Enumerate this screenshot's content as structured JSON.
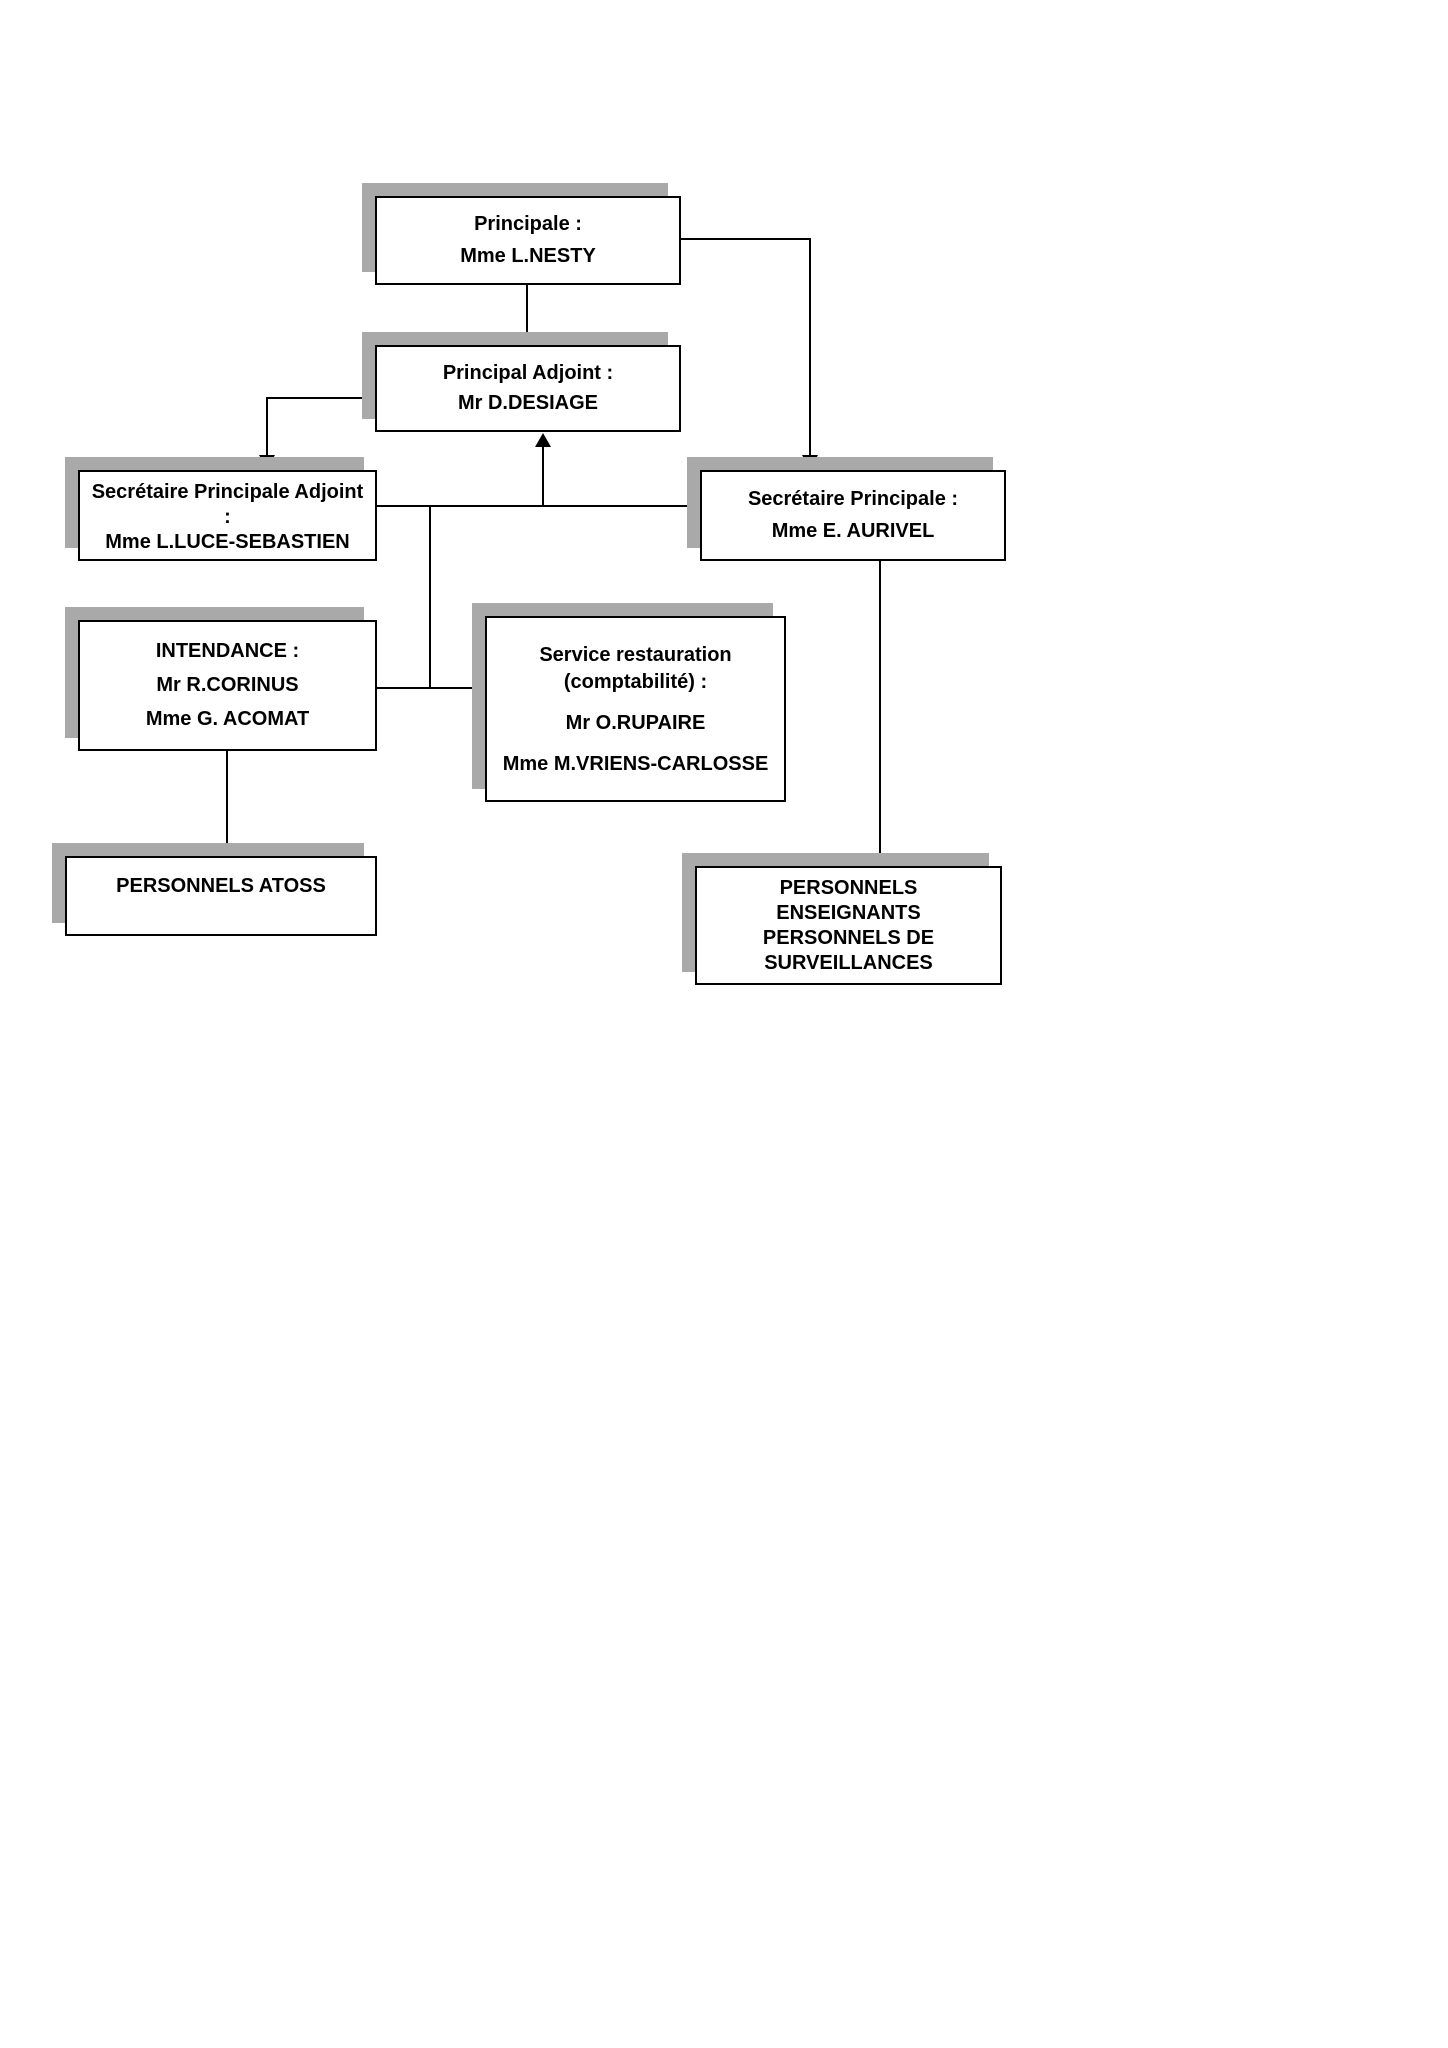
{
  "colors": {
    "background": "#ffffff",
    "box_border": "#000000",
    "box_shadow": "#a9a9a9",
    "connector_line": "#000000",
    "text": "#000000"
  },
  "boxes": {
    "principale": {
      "title": "Principale :",
      "name": "Mme L.NESTY"
    },
    "principal_adjoint": {
      "title": "Principal Adjoint :",
      "name": "Mr D.DESIAGE"
    },
    "secretaire_principale_adjoint": {
      "title": "Secrétaire Principale Adjoint :",
      "name": "Mme L.LUCE-SEBASTIEN"
    },
    "secretaire_principale": {
      "title": "Secrétaire Principale :",
      "name": "Mme E. AURIVEL"
    },
    "intendance": {
      "title": "INTENDANCE :",
      "name1": "Mr R.CORINUS",
      "name2": "Mme G. ACOMAT"
    },
    "service_restauration": {
      "title_line1": "Service restauration",
      "title_line2": "(comptabilité) :",
      "name1": "Mr O.RUPAIRE",
      "name2": "Mme M.VRIENS-CARLOSSE"
    },
    "personnels_atoss": {
      "title": "PERSONNELS ATOSS"
    },
    "personnels_enseignants": {
      "line1": "PERSONNELS ENSEIGNANTS",
      "line2": "PERSONNELS DE SURVEILLANCES"
    }
  }
}
